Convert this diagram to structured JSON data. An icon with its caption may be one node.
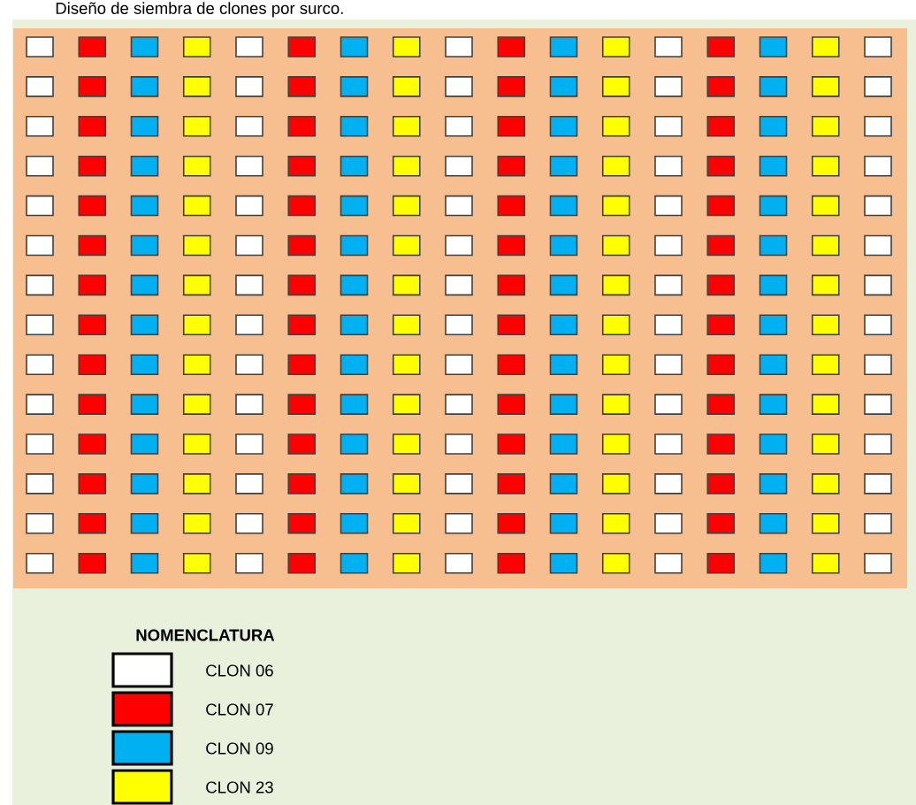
{
  "diagram": {
    "title": "Diseño de siembra de clones por surco.",
    "labels": [
      "NOMENCLATURA"
    ],
    "legend": [
      {
        "text": "CLON 06",
        "color": "#ffffff"
      },
      {
        "text": "CLON 07",
        "color": "#ff0000"
      },
      {
        "text": "CLON 09",
        "color": "#00b0f0"
      },
      {
        "text": "CLON 23",
        "color": "#ffff00"
      }
    ]
  }
}
